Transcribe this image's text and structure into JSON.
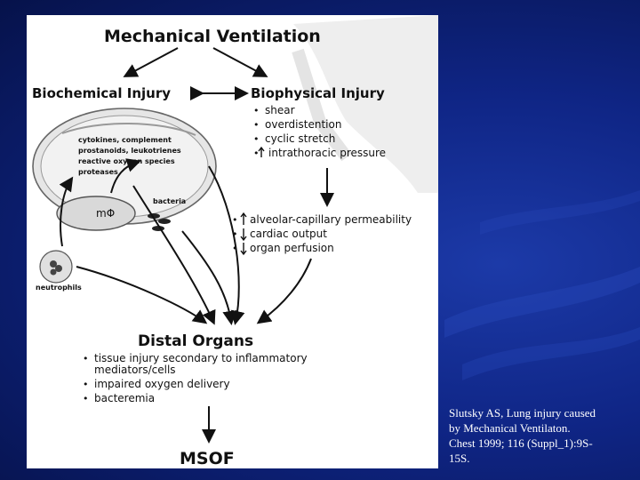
{
  "diagram": {
    "title": "Mechanical Ventilation",
    "biochemical": "Biochemical Injury",
    "biophysical": "Biophysical Injury",
    "biophysical_items": [
      "shear",
      "overdistention",
      "cyclic stretch",
      "intrathoracic pressure"
    ],
    "mediators": [
      "cytokines, complement",
      "prostanoids, leukotrienes",
      "reactive oxygen species",
      "proteases"
    ],
    "macrophage": "mΦ",
    "bacteria": "bacteria",
    "neutrophils": "neutrophils",
    "effects": [
      "alveolar-capillary permeability",
      "cardiac output",
      "organ perfusion"
    ],
    "distal_organs": "Distal Organs",
    "distal_items": [
      "tissue injury secondary to inflammatory",
      "mediators/cells",
      "impaired oxygen delivery",
      "bacteremia"
    ],
    "msof": "MSOF"
  },
  "citation": [
    "Slutsky AS, Lung injury caused",
    "by Mechanical Ventilaton.",
    "Chest 1999; 116 (Suppl_1):9S-",
    "15S."
  ],
  "colors": {
    "background": "#0f2585",
    "figure": "#ffffff",
    "ink": "#111111"
  }
}
